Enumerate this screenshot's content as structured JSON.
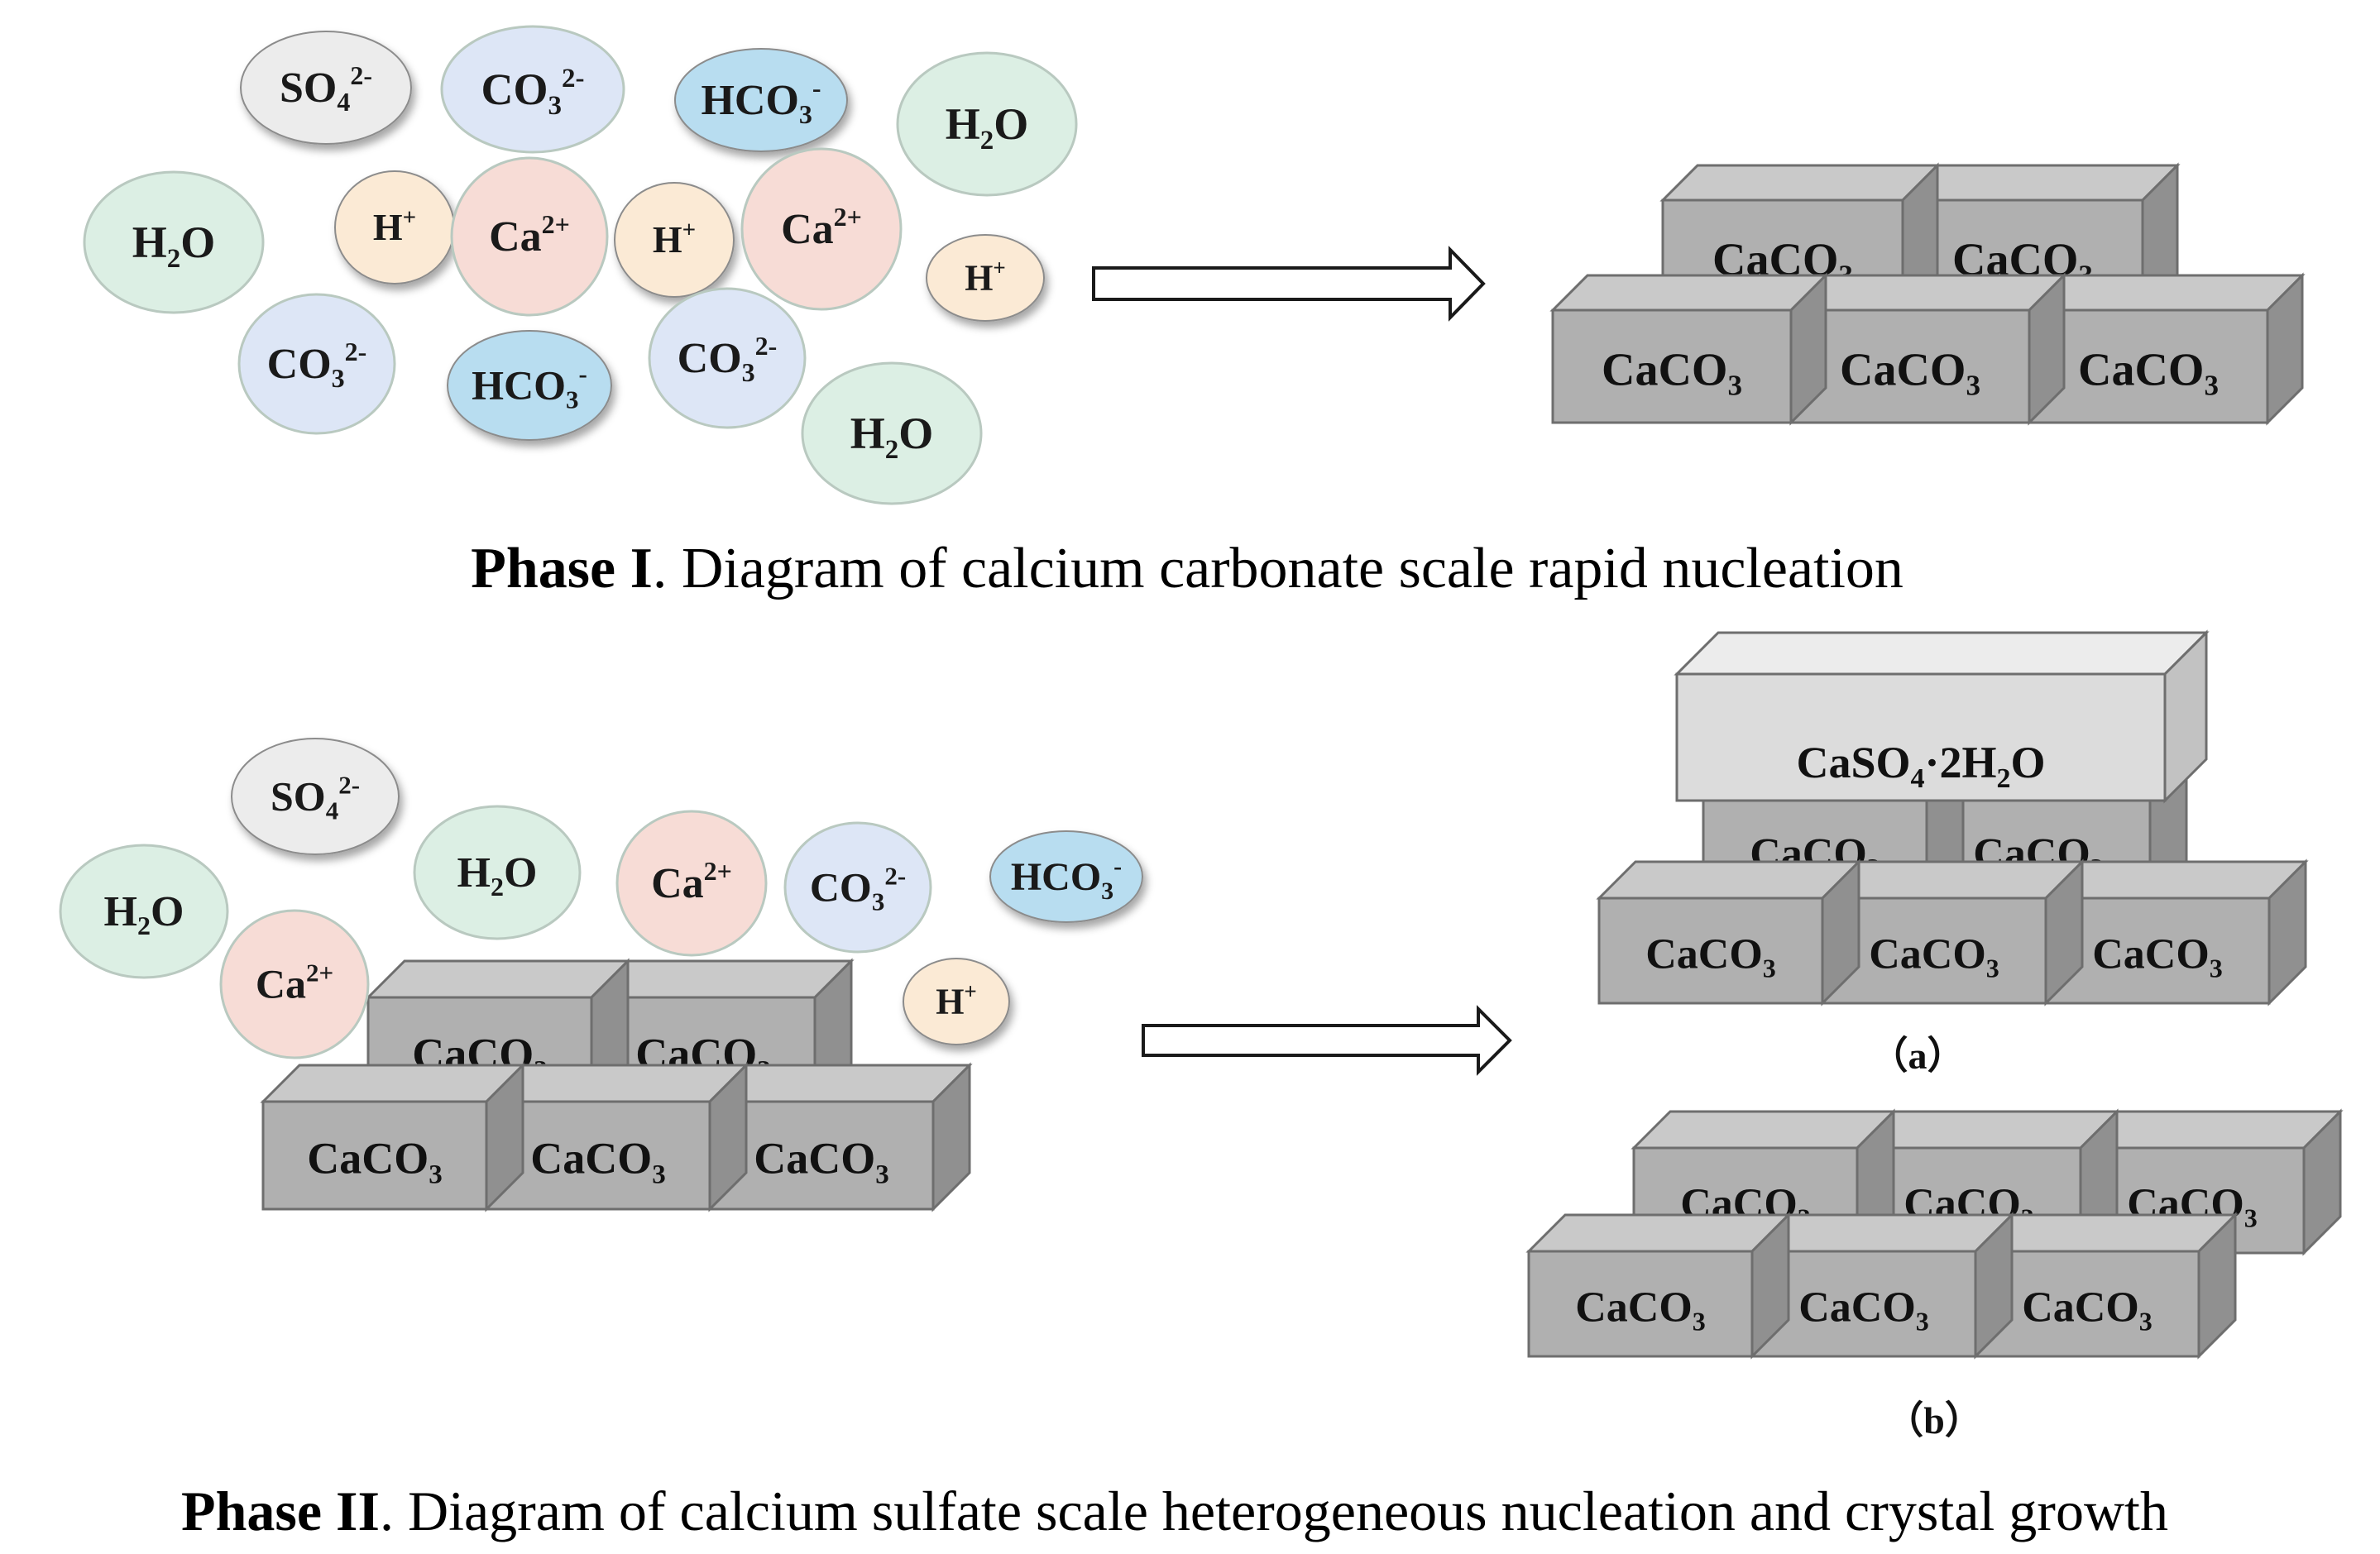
{
  "colors": {
    "water": "#dcefe4",
    "ca": "#f7dcd6",
    "h": "#fbead5",
    "co3": "#dde6f6",
    "hco3": "#b8ddf0",
    "so4": "#ececec",
    "block_front": "#b0b0b0",
    "block_top": "#c9c9c9",
    "block_side": "#909090",
    "caso4_front": "#dcdcdc",
    "caso4_top": "#ececec",
    "caso4_side": "#c2c2c2"
  },
  "ions": {
    "so4": {
      "main": "SO",
      "sub": "4",
      "sup": "2-"
    },
    "co3": {
      "main": "CO",
      "sub": "3",
      "sup": "2-"
    },
    "hco3": {
      "main": "HCO",
      "sub": "3",
      "sup": "-"
    },
    "h2o": {
      "main": "H",
      "sub": "2",
      "tail": "O"
    },
    "ca": {
      "main": "Ca",
      "sup": "2+"
    },
    "h": {
      "main": "H",
      "sup": "+"
    }
  },
  "labels": {
    "caco3": {
      "main": "CaCO",
      "sub": "3"
    },
    "caso4": {
      "p1": "CaSO",
      "s1": "4",
      "p2": "·2H",
      "s2": "2",
      "p3": "O"
    },
    "sub_a": "（a）",
    "sub_b": "（b）"
  },
  "captions": {
    "phase1_bold": "Phase I",
    "phase1_rest": ". Diagram of calcium carbonate scale rapid nucleation",
    "phase2_bold": "Phase II",
    "phase2_rest": ". Diagram of calcium sulfate scale heterogeneous nucleation and crystal growth"
  }
}
